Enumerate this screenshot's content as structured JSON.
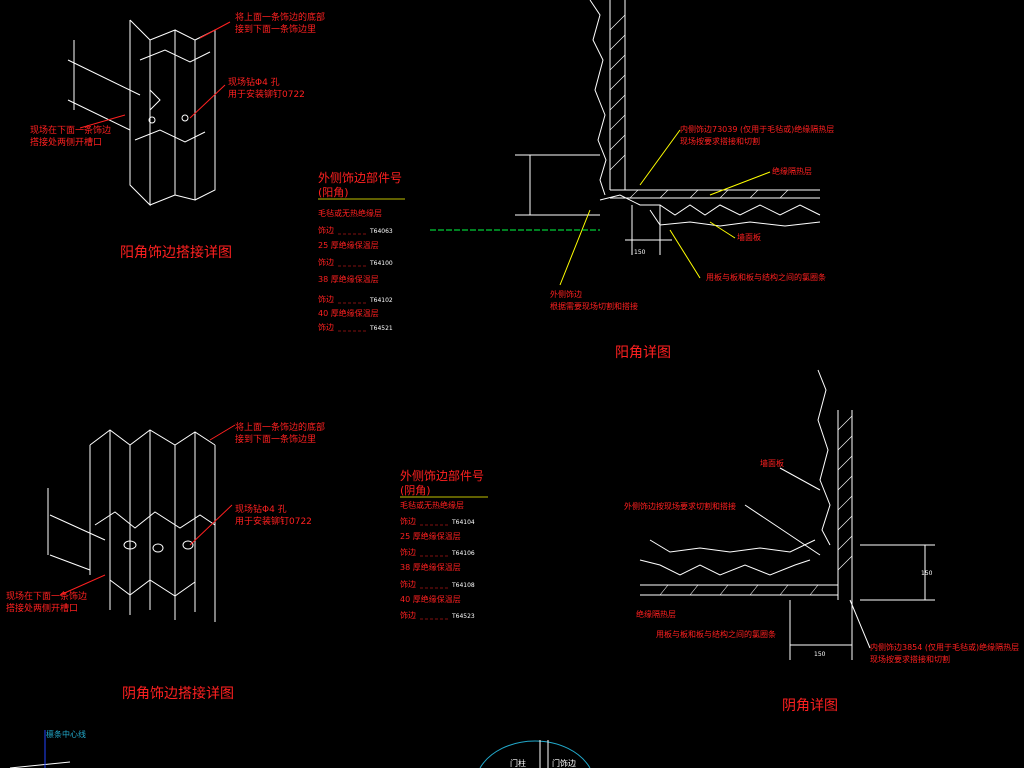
{
  "colors": {
    "background": "#000000",
    "line": "#ffffff",
    "label": "#ff2020",
    "leader": "#ffff00",
    "green": "#00ff44",
    "cyan": "#22aacc",
    "blue": "#2244ff"
  },
  "top_left": {
    "title": "阳角饰边搭接详图",
    "note_top": [
      "将上面一条饰边的底部",
      "接到下面一条饰边里"
    ],
    "note_mid": [
      "现场钻Φ4   孔",
      "用于安装铆钉0722"
    ],
    "note_left": [
      "现场在下面一条饰边",
      "搭接处两侧开槽口"
    ]
  },
  "bottom_left": {
    "title": "阴角饰边搭接详图",
    "note_top": [
      "将上面一条饰边的底部",
      "接到下面一条饰边里"
    ],
    "note_mid": [
      "现场钻Φ4   孔",
      "用于安装铆钉0722"
    ],
    "note_left": [
      "现场在下面一条饰边",
      "搭接处两侧开槽口"
    ]
  },
  "parts_table_1": {
    "title": "外侧饰边部件号",
    "subtitle": "(阳角)",
    "rows": [
      {
        "group": "毛毡或无热绝缘层",
        "label": "饰边",
        "code": "T64063"
      },
      {
        "group": "25  厚绝缘保温层",
        "label": "饰边",
        "code": "T64100"
      },
      {
        "group": "38  厚绝缘保温层",
        "label": "饰边",
        "code": "T64102"
      },
      {
        "group": "40  厚绝缘保温层",
        "label": "饰边",
        "code": "T64521"
      }
    ]
  },
  "parts_table_2": {
    "title": "外侧饰边部件号",
    "subtitle": "(阴角)",
    "rows": [
      {
        "group": "毛毡或无热绝缘层",
        "label": "饰边",
        "code": "T64104"
      },
      {
        "group": "25  厚绝缘保温层",
        "label": "饰边",
        "code": "T64106"
      },
      {
        "group": "38  厚绝缘保温层",
        "label": "饰边",
        "code": "T64108"
      },
      {
        "group": "40  厚绝缘保温层",
        "label": "饰边",
        "code": "T64523"
      }
    ]
  },
  "top_right": {
    "title": "阳角详图",
    "note_inner": [
      "内侧饰边73039   (仅用于毛毡或)绝缘隔热层",
      "现场按要求搭接和切割"
    ],
    "note_insulation": "绝缘隔热层",
    "note_wall": "墙面板",
    "note_sealant": "用板与板和板与结构之间的氯圈条",
    "note_outer": [
      "外侧饰边",
      "根据需要现场切割和搭接"
    ],
    "dim": "150"
  },
  "bottom_right": {
    "title": "阴角详图",
    "note_wall": "墙面板",
    "note_outer": "外侧饰边按现场要求切割和搭接",
    "note_insulation": "绝缘隔热层",
    "note_sealant": "用板与板和板与结构之间的氯圈条",
    "note_inner": [
      "内侧饰边3854   (仅用于毛毡或)绝缘隔热层",
      "现场按要求搭接和切割"
    ],
    "dim_h": "150",
    "dim_v": "150"
  },
  "bottom_strip": {
    "note_center": "檩条中心线",
    "door_post": "门柱",
    "door_trim": "门饰边"
  }
}
